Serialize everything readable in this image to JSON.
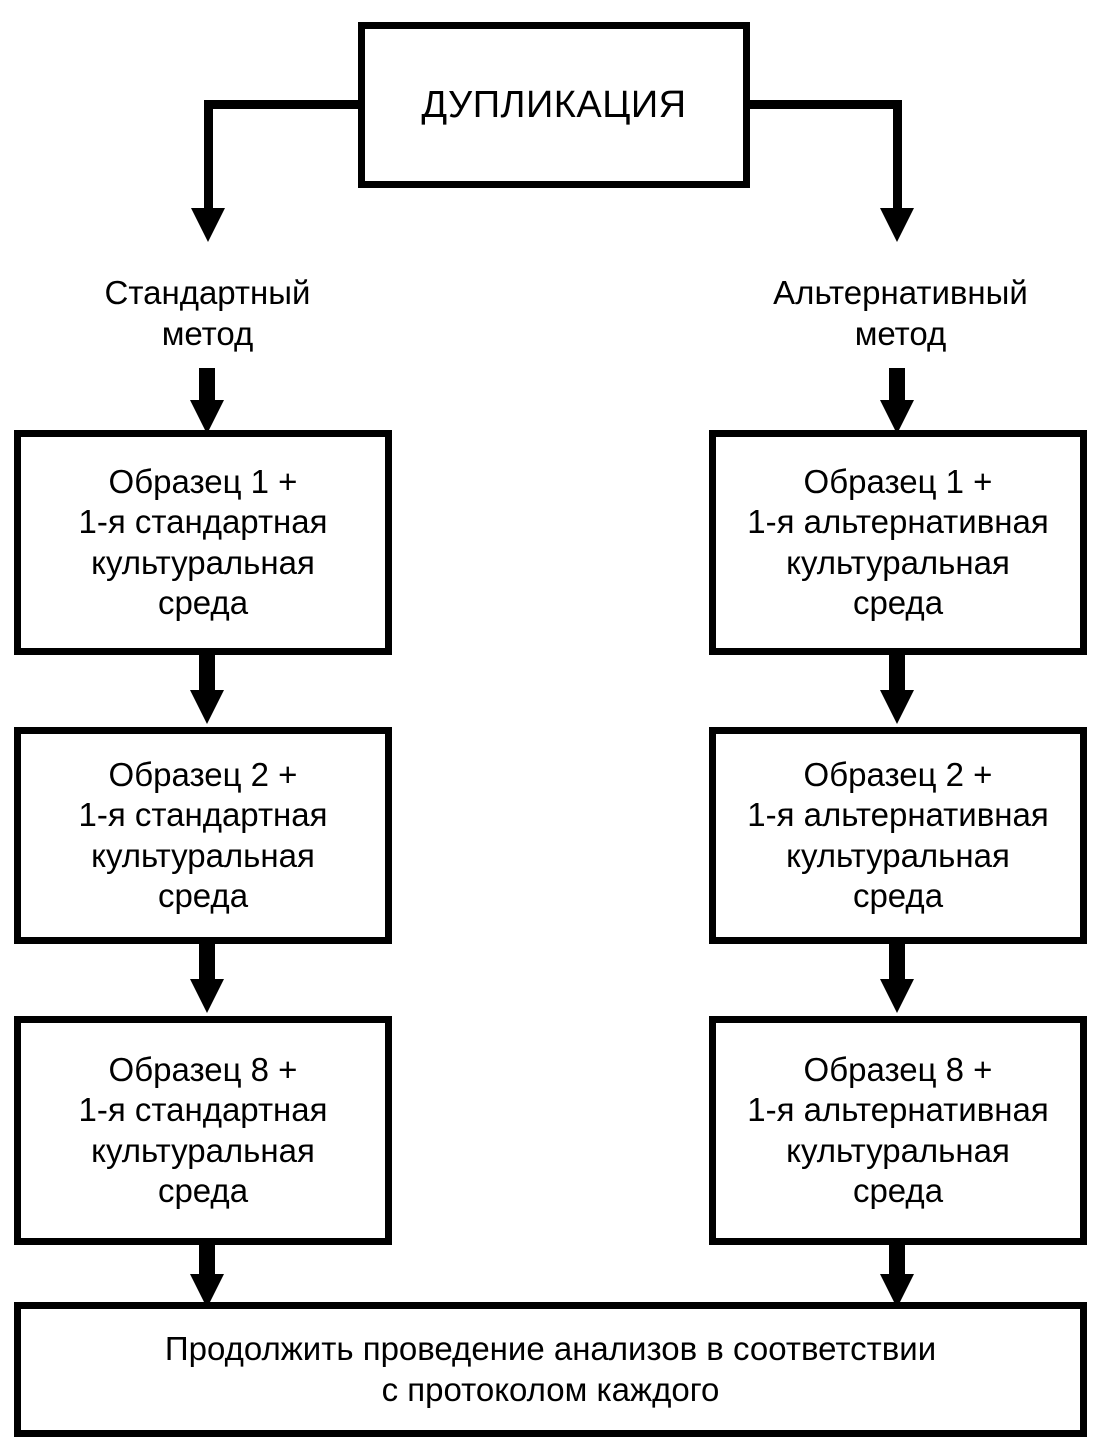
{
  "diagram": {
    "title_box": {
      "label": "ДУПЛИКАЦИЯ"
    },
    "branches": [
      {
        "key": "standard",
        "label": "Стандартный\nметод"
      },
      {
        "key": "alternative",
        "label": "Альтернативный\nметод"
      }
    ],
    "columns": {
      "standard": {
        "steps": [
          "Образец 1 +\n1-я стандартная\nкультуральная\nсреда",
          "Образец 2 +\n1-я стандартная\nкультуральная\nсреда",
          "Образец 8 +\n1-я стандартная\nкультуральная\nсреда"
        ]
      },
      "alternative": {
        "steps": [
          "Образец 1 +\n1-я альтернативная\nкультуральная\nсреда",
          "Образец 2 +\n1-я альтернативная\nкультуральная\nсреда",
          "Образец 8 +\n1-я альтернативная\nкультуральная\nсреда"
        ]
      }
    },
    "final_box": {
      "label": "Продолжить проведение анализов в соответствии\nс протоколом каждого"
    },
    "style": {
      "stroke_color": "#000000",
      "fill_color": "#ffffff"
    }
  }
}
